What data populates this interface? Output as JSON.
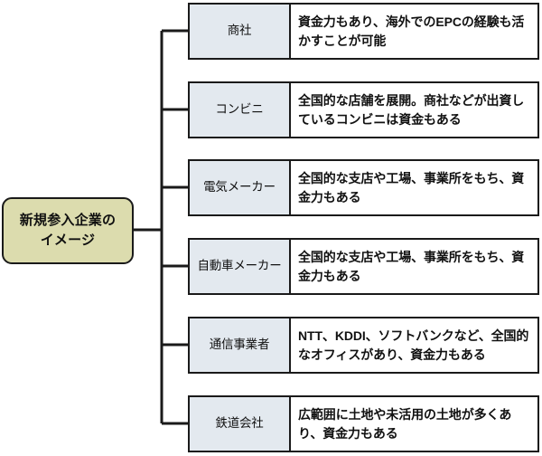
{
  "diagram": {
    "type": "tree-mindmap",
    "orientation": "left-to-right",
    "root": {
      "label": "新規参入企業の\nイメージ",
      "fill_color": "#dcdcae",
      "border_color": "#1a1a1a"
    },
    "branch_label_fill_color": "#e3e9ef",
    "branch_desc_fill_color": "#ffffff",
    "connector_color": "#1a1a1a",
    "branches": [
      {
        "label": "商社",
        "description": "資金力もあり、海外でのEPCの経験も活かすことが可能"
      },
      {
        "label": "コンビニ",
        "description": "全国的な店舗を展開。商社などが出資しているコンビニは資金もある"
      },
      {
        "label": "電気メーカー",
        "description": "全国的な支店や工場、事業所をもち、資金力もある"
      },
      {
        "label": "自動車メーカー",
        "description": "全国的な支店や工場、事業所をもち、資金力もある"
      },
      {
        "label": "通信事業者",
        "description": "NTT、KDDI、ソフトバンクなど、全国的なオフィスがあり、資金力もある"
      },
      {
        "label": "鉄道会社",
        "description": "広範囲に土地や未活用の土地が多くあり、資金力もある"
      }
    ]
  }
}
